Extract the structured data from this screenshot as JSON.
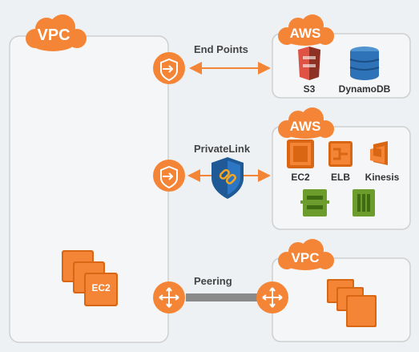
{
  "vpc_left": {
    "badge": "VPC",
    "ec2_label": "EC2"
  },
  "aws_top": {
    "badge": "AWS",
    "services": [
      {
        "name": "S3",
        "icon": "s3-bucket-icon"
      },
      {
        "name": "DynamoDB",
        "icon": "dynamodb-icon"
      }
    ]
  },
  "aws_mid": {
    "badge": "AWS",
    "services": [
      {
        "name": "EC2",
        "icon": "ec2-icon"
      },
      {
        "name": "ELB",
        "icon": "elb-icon"
      },
      {
        "name": "Kinesis",
        "icon": "kinesis-icon"
      }
    ]
  },
  "vpc_right": {
    "badge": "VPC"
  },
  "connections": {
    "endpoints": "End Points",
    "privatelink": "PrivateLink",
    "peering": "Peering"
  },
  "colors": {
    "orange": "#f58536",
    "orange_dark": "#d86613",
    "red_s3": "#e05243",
    "blue_dynamo": "#2e73b8",
    "green": "#6b9c2c",
    "shield_blue": "#1f5a96",
    "panel_border": "#c8c8c8",
    "peering_bar": "#8a8a8a"
  }
}
